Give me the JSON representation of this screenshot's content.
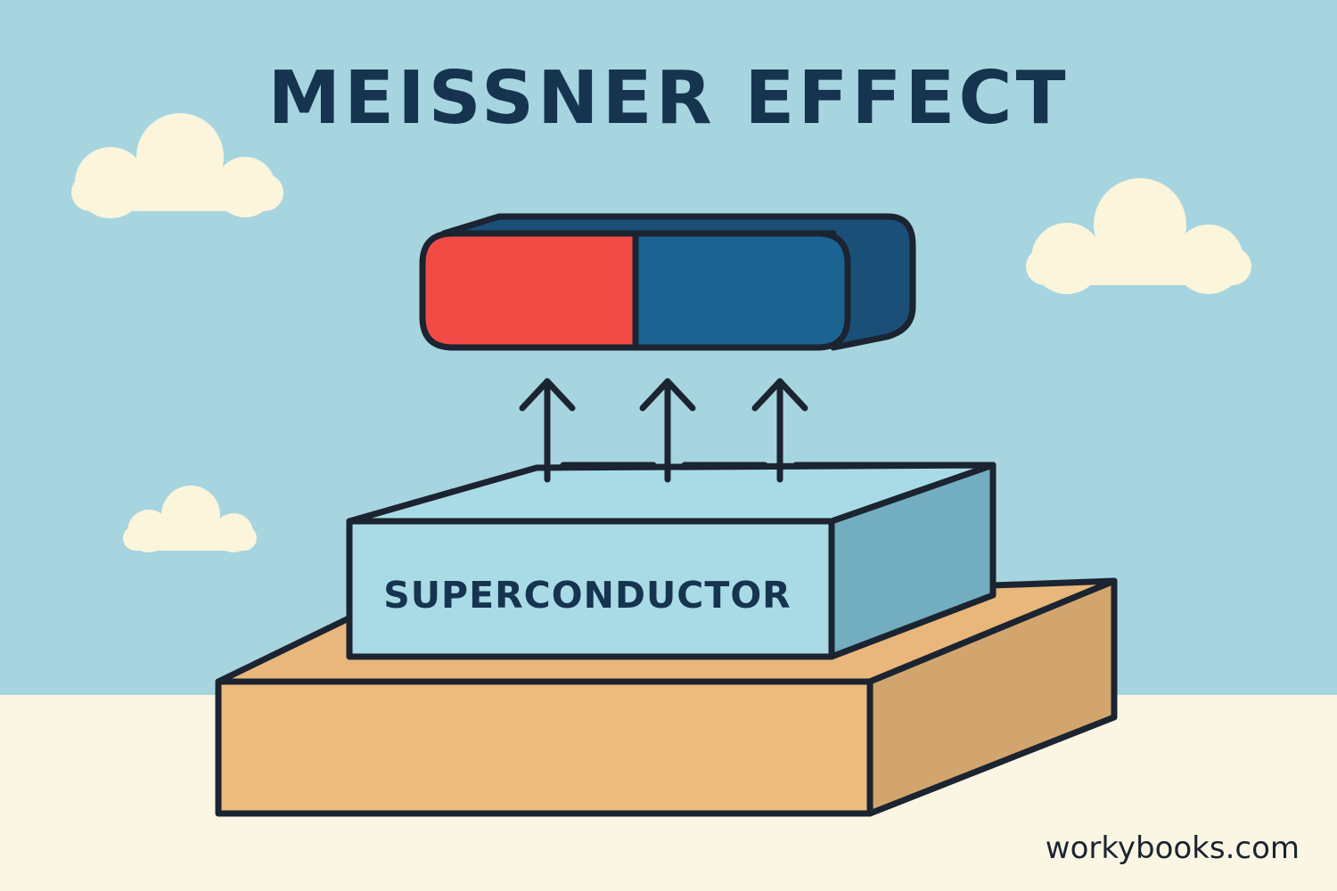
{
  "title": "MEISSNER EFFECT",
  "block_label": "SUPERCONDUCTOR",
  "watermark": "workybooks.com",
  "colors": {
    "sky": "#a6d5e0",
    "ground": "#fbf6e4",
    "cloud": "#fbf5dc",
    "outline": "#1b2430",
    "title": "#16344f",
    "magnet_north": "#f24b45",
    "magnet_south": "#1b6492",
    "magnet_top": "#1a4f78",
    "superconductor_front": "#a9dbe6",
    "superconductor_side": "#72aec0",
    "base_front": "#ecbc7e",
    "base_side": "#d3a56e",
    "base_top": "#e9b77c"
  },
  "icons": [
    "cloud-icon",
    "up-arrow-icon"
  ]
}
